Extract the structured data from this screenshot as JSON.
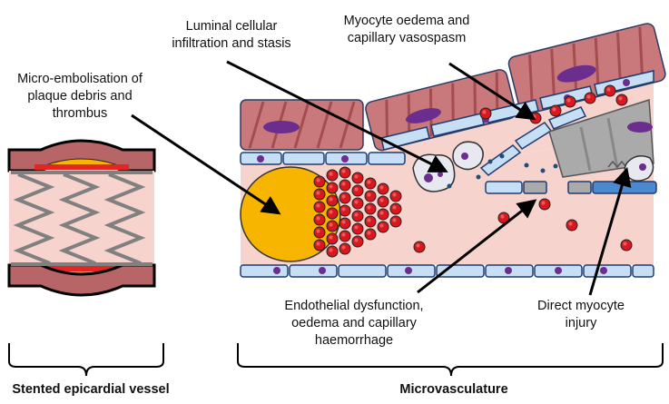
{
  "labels": {
    "micro_embolisation": [
      "Micro-embolisation of",
      "plaque debris and",
      "thrombus"
    ],
    "luminal_infiltration": [
      "Luminal cellular",
      "infiltration and stasis"
    ],
    "myocyte_oedema": [
      "Myocyte oedema and",
      "capillary vasospasm"
    ],
    "endothelial_dysfunction": [
      "Endothelial dysfunction,",
      "oedema and capillary",
      "haemorrhage"
    ],
    "direct_myocyte_injury": [
      "Direct myocyte",
      "injury"
    ],
    "stented_vessel": "Stented epicardial vessel",
    "microvasculature": "Microvasculature"
  },
  "colors": {
    "vessel_lumen": "#f7d3ce",
    "myocyte": "#c9797b",
    "myocyte_stripe": "#a34d51",
    "endothelial_cell": "#c7dff5",
    "endothelial_stroke": "#1f3d70",
    "nucleus": "#6b2e8e",
    "red_cell": "#d7191f",
    "plaque": "#f7b500",
    "injured_myocyte": "#aaaaaa"
  }
}
